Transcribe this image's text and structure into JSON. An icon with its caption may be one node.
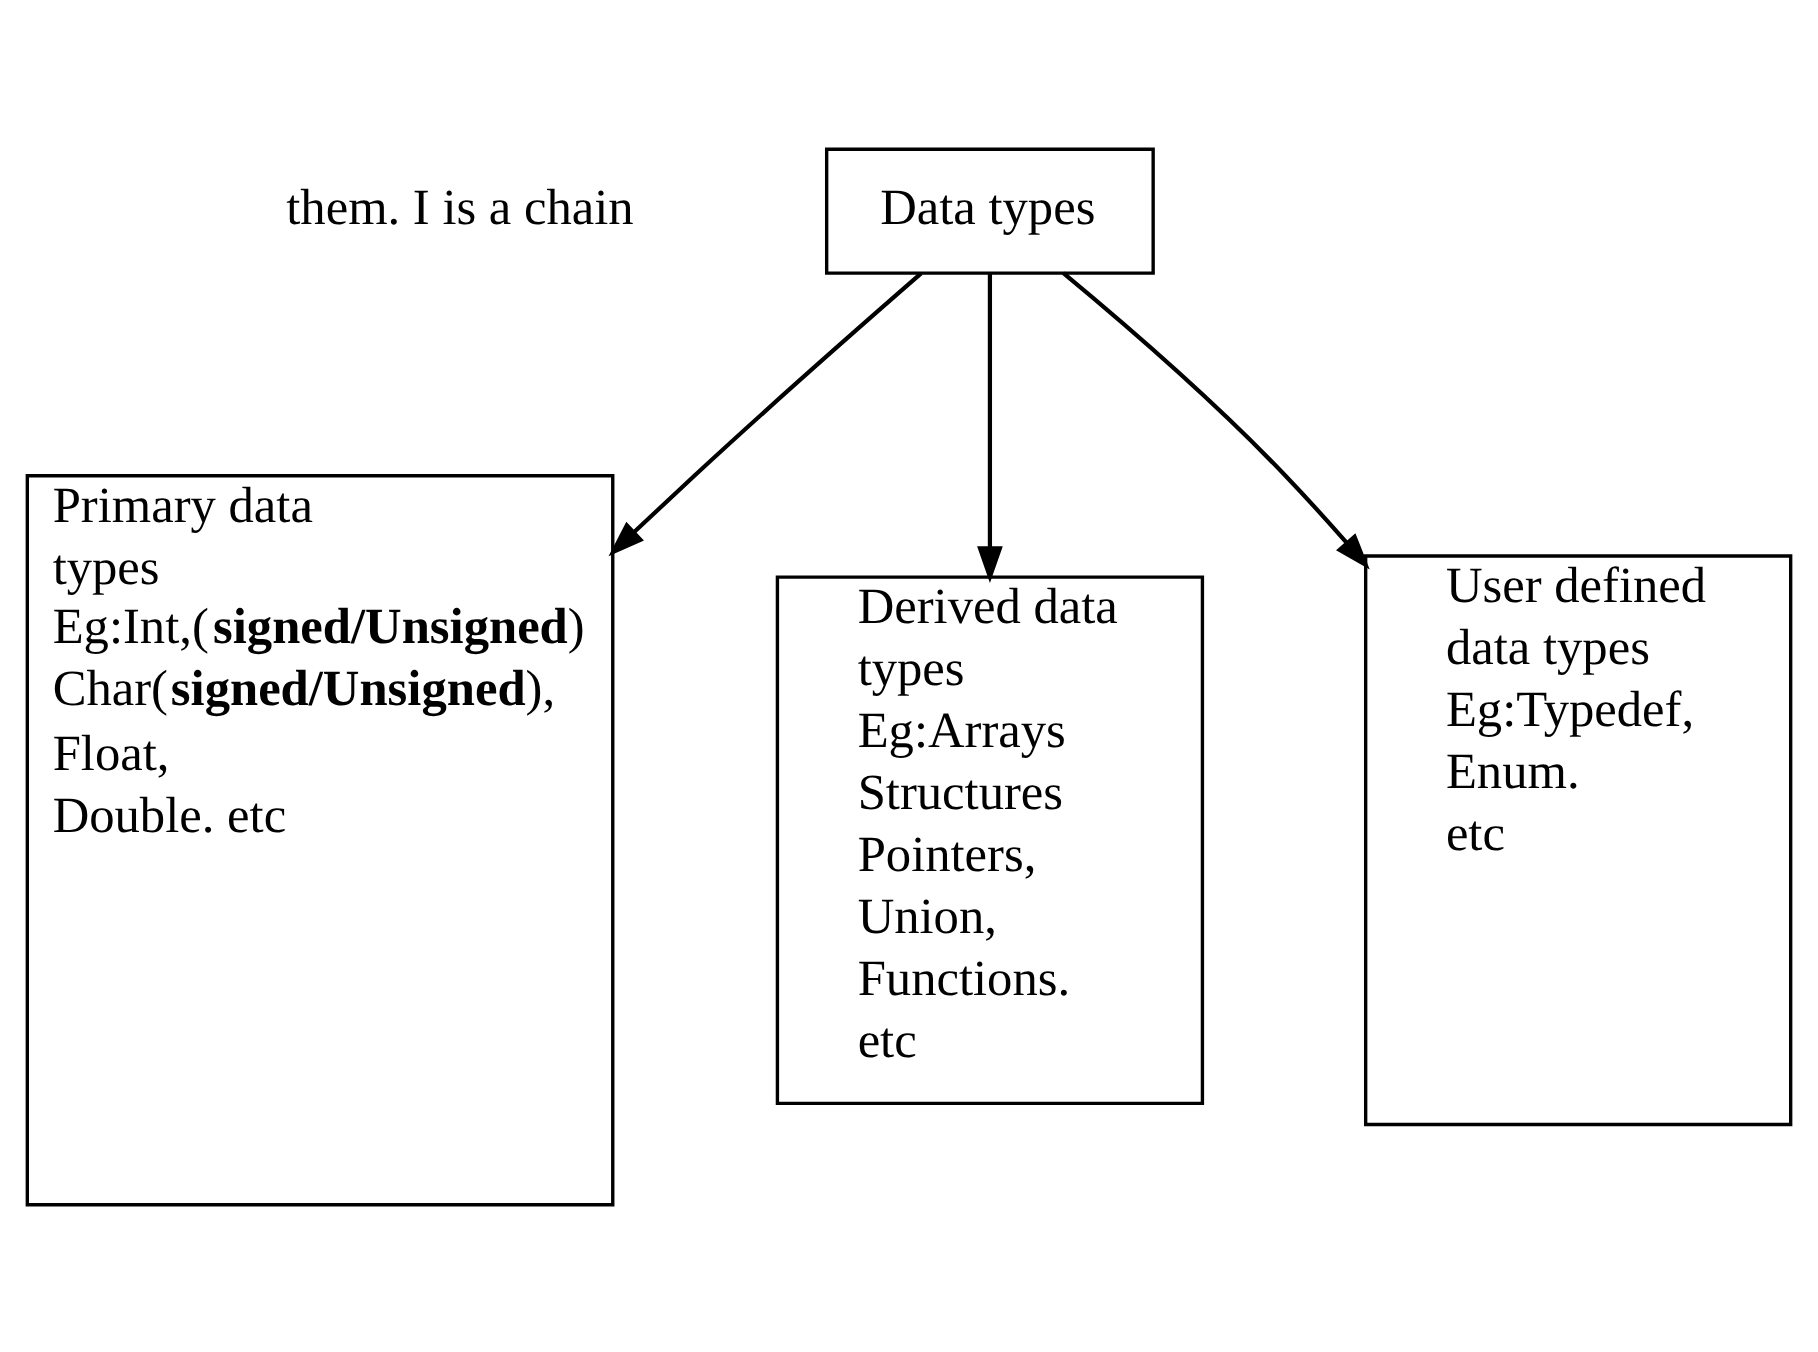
{
  "diagram": {
    "nodes": [
      {
        "text": [
          "Data types"
        ]
      },
      {
        "text": [
          "Primary data types",
          "Eg:Int,(**signed/Unsigned**)",
          "Char(**signed/Unsigned**),",
          "Float,",
          "Double. etc"
        ]
      },
      {
        "text": [
          "Derived data types",
          "Eg:Arrays",
          "Structures",
          "Pointers,",
          "Union,",
          "Functions.",
          "etc"
        ]
      },
      {
        "text": [
          "User defined data types",
          "Eg:Typedef,",
          "Enum.",
          "etc"
        ]
      }
    ],
    "edges": [
      {
        "from": 0,
        "to": 1,
        "arrow": "to"
      },
      {
        "from": 0,
        "to": 2,
        "arrow": "to"
      },
      {
        "from": 0,
        "to": 3,
        "arrow": "to"
      }
    ],
    "labels": [
      "them. I is a chain"
    ]
  }
}
